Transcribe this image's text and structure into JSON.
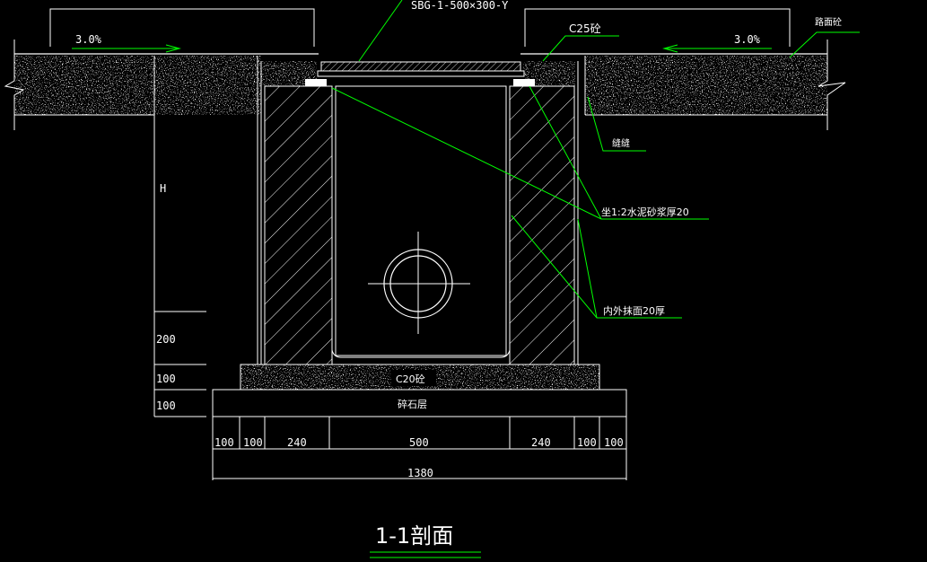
{
  "labels": {
    "cover_spec": "SBG-1-500×300-Y",
    "slope_left": "3.0%",
    "slope_right": "3.0%",
    "concrete_top": "C25砼",
    "pavement": "路面砼",
    "joint": "缝缝",
    "mortar_bed": "坐1:2水泥砂浆厚20",
    "plaster": "内外抹面20厚",
    "base_concrete": "C20砼",
    "gravel_layer": "碎石层",
    "dim_height": "H",
    "dim_200": "200",
    "dim_100_a": "100",
    "dim_100_b": "100",
    "section_title": "1-1剖面"
  },
  "bottom_dims": [
    "100",
    "100",
    "240",
    "500",
    "240",
    "100",
    "100"
  ],
  "total_width": "1380",
  "colors": {
    "background": "#000000",
    "lines": "#ffffff",
    "leaders": "#00ff00"
  }
}
